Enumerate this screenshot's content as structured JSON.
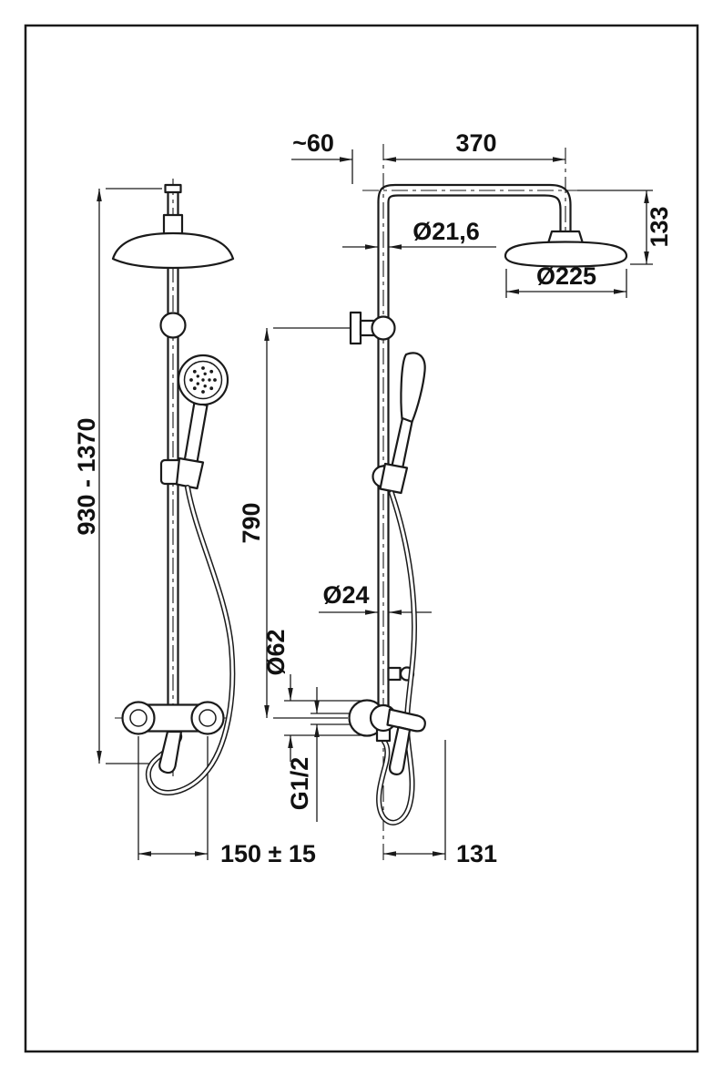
{
  "drawing": {
    "subject": "shower-column-technical-drawing",
    "colors": {
      "line": "#1a1a1a",
      "background": "#ffffff"
    },
    "labels": {
      "height_range": "930 - 1370",
      "wall_offset": "~60",
      "arm_length": "370",
      "upper_pipe_diameter": "Ø21,6",
      "head_height": "133",
      "head_diameter": "Ø225",
      "column_height": "790",
      "lower_pipe_diameter": "Ø24",
      "rosette_diameter": "Ø62",
      "connection_thread": "G1/2",
      "mixer_centers": "150 ± 15",
      "lever_reach": "131"
    }
  }
}
